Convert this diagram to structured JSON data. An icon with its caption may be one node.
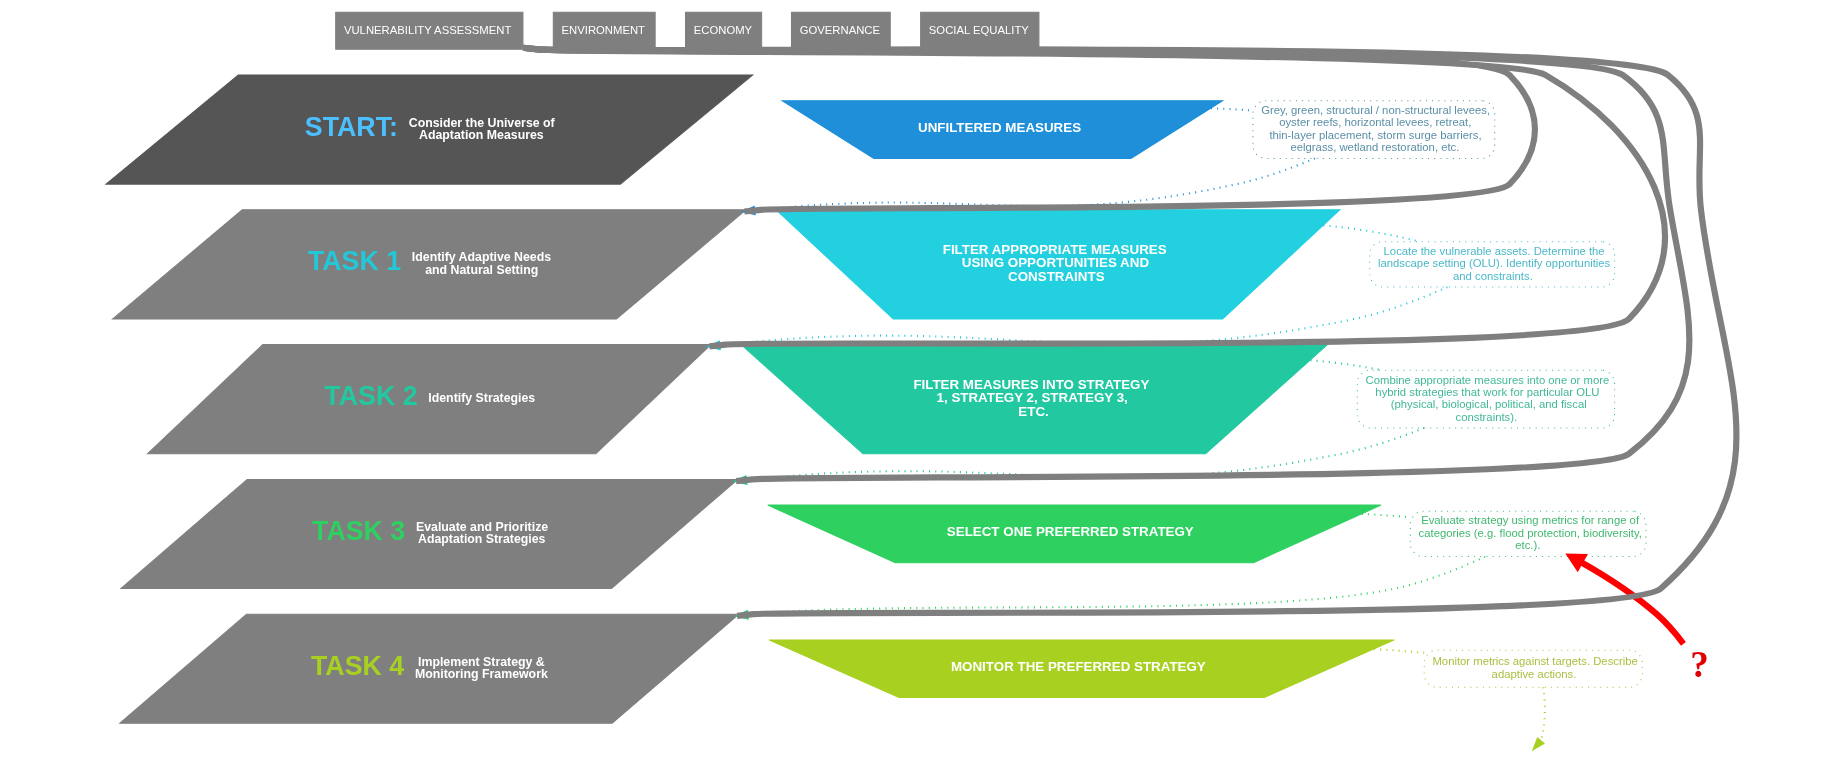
{
  "diagram": {
    "nodes": [
      {
        "text": [
          "START:",
          "Consider the Universe of Adaptation Measures"
        ]
      },
      {
        "text": [
          "UNFILTERED MEASURES"
        ]
      },
      {
        "text": [
          "Grey, green, structural / non-structural levees, oyster reefs, horizontal levees, retreat, thin-layer placement, storm surge barriers, eelgrass, wetland restoration, etc."
        ]
      },
      {
        "text": [
          "TASK 1",
          "Identify Adaptive Needs and Natural Setting"
        ]
      },
      {
        "text": [
          "FILTER APPROPRIATE MEASURES USING OPPORTUNITIES AND CONSTRAINTS"
        ]
      },
      {
        "text": [
          "Locate the vulnerable assets. Determine the landscape setting (OLU). Identify opportunities and constraints."
        ]
      },
      {
        "text": [
          "TASK 2",
          "Identify Strategies"
        ]
      },
      {
        "text": [
          "FILTER MEASURES INTO STRATEGY 1, STRATEGY 2, STRATEGY 3, ETC."
        ]
      },
      {
        "text": [
          "Combine appropriate measures into one or more hybrid strategies that work for particular OLU (physical, biological, political, and fiscal constraints)."
        ]
      },
      {
        "text": [
          "TASK 3",
          "Evaluate and Prioritize Adaptation Strategies"
        ]
      },
      {
        "text": [
          "SELECT ONE PREFERRED STRATEGY"
        ]
      },
      {
        "text": [
          "Evaluate strategy using metrics for range of categories (e.g. flood protection, biodiversity, etc.)."
        ]
      },
      {
        "text": [
          "TASK 4",
          "Implement Strategy & Monitoring Framework"
        ]
      },
      {
        "text": [
          "MONITOR THE PREFERRED STRATEGY"
        ]
      },
      {
        "text": [
          "Monitor metrics against targets. Describe adaptive actions."
        ]
      },
      {
        "text": [
          "?"
        ]
      },
      {
        "text": [
          "VULNERABILITY ASSESSMENT"
        ]
      },
      {
        "text": [
          "ENVIRONMENT"
        ]
      },
      {
        "text": [
          "ECONOMY"
        ]
      },
      {
        "text": [
          "GOVERNANCE"
        ]
      },
      {
        "text": [
          "SOCIAL EQUALITY"
        ]
      }
    ],
    "edges": [
      {
        "from": 1,
        "to": 2,
        "arrow": "none",
        "style": "dashed",
        "color": "#1e8fd8"
      },
      {
        "from": 2,
        "to": 3,
        "arrow": "to",
        "style": "dashed",
        "color": "#1e8fd8"
      },
      {
        "from": 4,
        "to": 5,
        "arrow": "none",
        "style": "dashed",
        "color": "#22c8d8"
      },
      {
        "from": 5,
        "to": 6,
        "arrow": "to",
        "style": "dashed",
        "color": "#22c8d8"
      },
      {
        "from": 7,
        "to": 8,
        "arrow": "none",
        "style": "dashed",
        "color": "#22c0a0"
      },
      {
        "from": 8,
        "to": 9,
        "arrow": "to",
        "style": "dashed",
        "color": "#22c0a0"
      },
      {
        "from": 10,
        "to": 11,
        "arrow": "none",
        "style": "dashed",
        "color": "#2ed060"
      },
      {
        "from": 11,
        "to": 12,
        "arrow": "to",
        "style": "dashed",
        "color": "#2ed060"
      },
      {
        "from": 13,
        "to": 14,
        "arrow": "none",
        "style": "dashed",
        "color": "#a8d020"
      },
      {
        "from": 14,
        "to": null,
        "arrow": "to",
        "style": "dashed",
        "color": "#a8d020"
      },
      {
        "from": 15,
        "to": 11,
        "arrow": "to",
        "style": "thick",
        "color": "#ff0000"
      },
      {
        "from": 16,
        "to": 3,
        "arrow": "none",
        "style": "thick",
        "color": "#7f7f7f"
      },
      {
        "from": 16,
        "to": 6,
        "arrow": "none",
        "style": "thick",
        "color": "#7f7f7f"
      },
      {
        "from": 16,
        "to": 9,
        "arrow": "none",
        "style": "thick",
        "color": "#7f7f7f"
      },
      {
        "from": 16,
        "to": 12,
        "arrow": "none",
        "style": "thick",
        "color": "#7f7f7f"
      }
    ]
  }
}
